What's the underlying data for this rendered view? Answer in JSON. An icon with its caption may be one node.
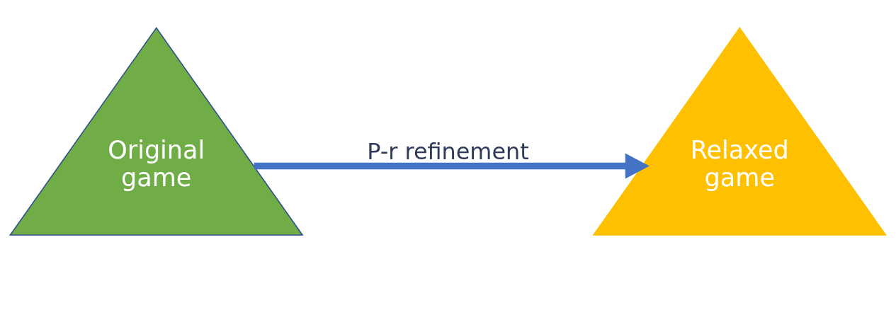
{
  "diagram": {
    "nodes": [
      {
        "text": [
          "Original game"
        ]
      },
      {
        "text": [
          "Relaxed game"
        ]
      }
    ],
    "edges": [
      {
        "from": 0,
        "to": 1,
        "arrow": "to",
        "label": "P-r refinement"
      }
    ]
  }
}
